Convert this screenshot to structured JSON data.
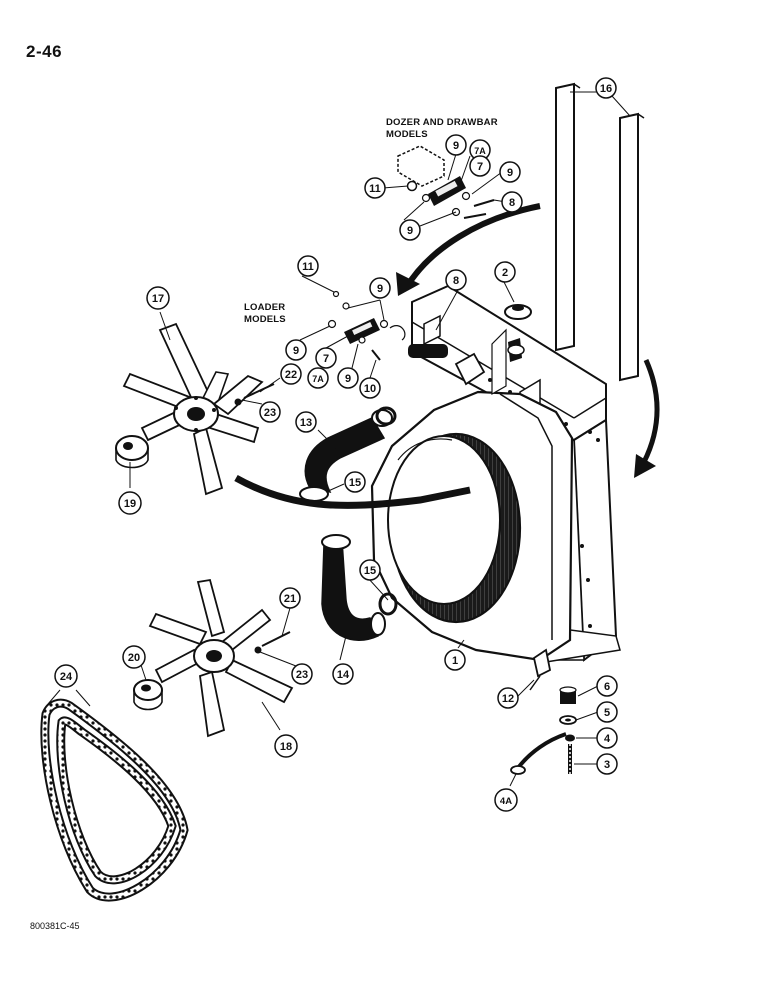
{
  "page_number": "2-46",
  "figure_code": "800381C-45",
  "group_labels": {
    "dozer_line1": "DOZER AND DRAWBAR",
    "dozer_line2": "MODELS",
    "loader_line1": "LOADER",
    "loader_line2": "MODELS"
  },
  "callouts": {
    "c1": "1",
    "c2": "2",
    "c3": "3",
    "c4": "4",
    "c4a": "4A",
    "c5": "5",
    "c6": "6",
    "c7_dozer": "7",
    "c7a_dozer": "7A",
    "c7_loader": "7",
    "c7a_loader": "7A",
    "c8_dozer": "8",
    "c8_top": "8",
    "c9_dozer_top": "9",
    "c9_dozer_right": "9",
    "c9_dozer_bottom": "9",
    "c9_loader_top": "9",
    "c9_loader_left": "9",
    "c9_loader_bottom": "9",
    "c10": "10",
    "c11_dozer": "11",
    "c11_loader": "11",
    "c12": "12",
    "c13": "13",
    "c14": "14",
    "c15_upper": "15",
    "c15_lower": "15",
    "c16": "16",
    "c17": "17",
    "c18": "18",
    "c19": "19",
    "c20": "20",
    "c21": "21",
    "c22": "22",
    "c23_upper": "23",
    "c23_lower": "23",
    "c24": "24"
  }
}
